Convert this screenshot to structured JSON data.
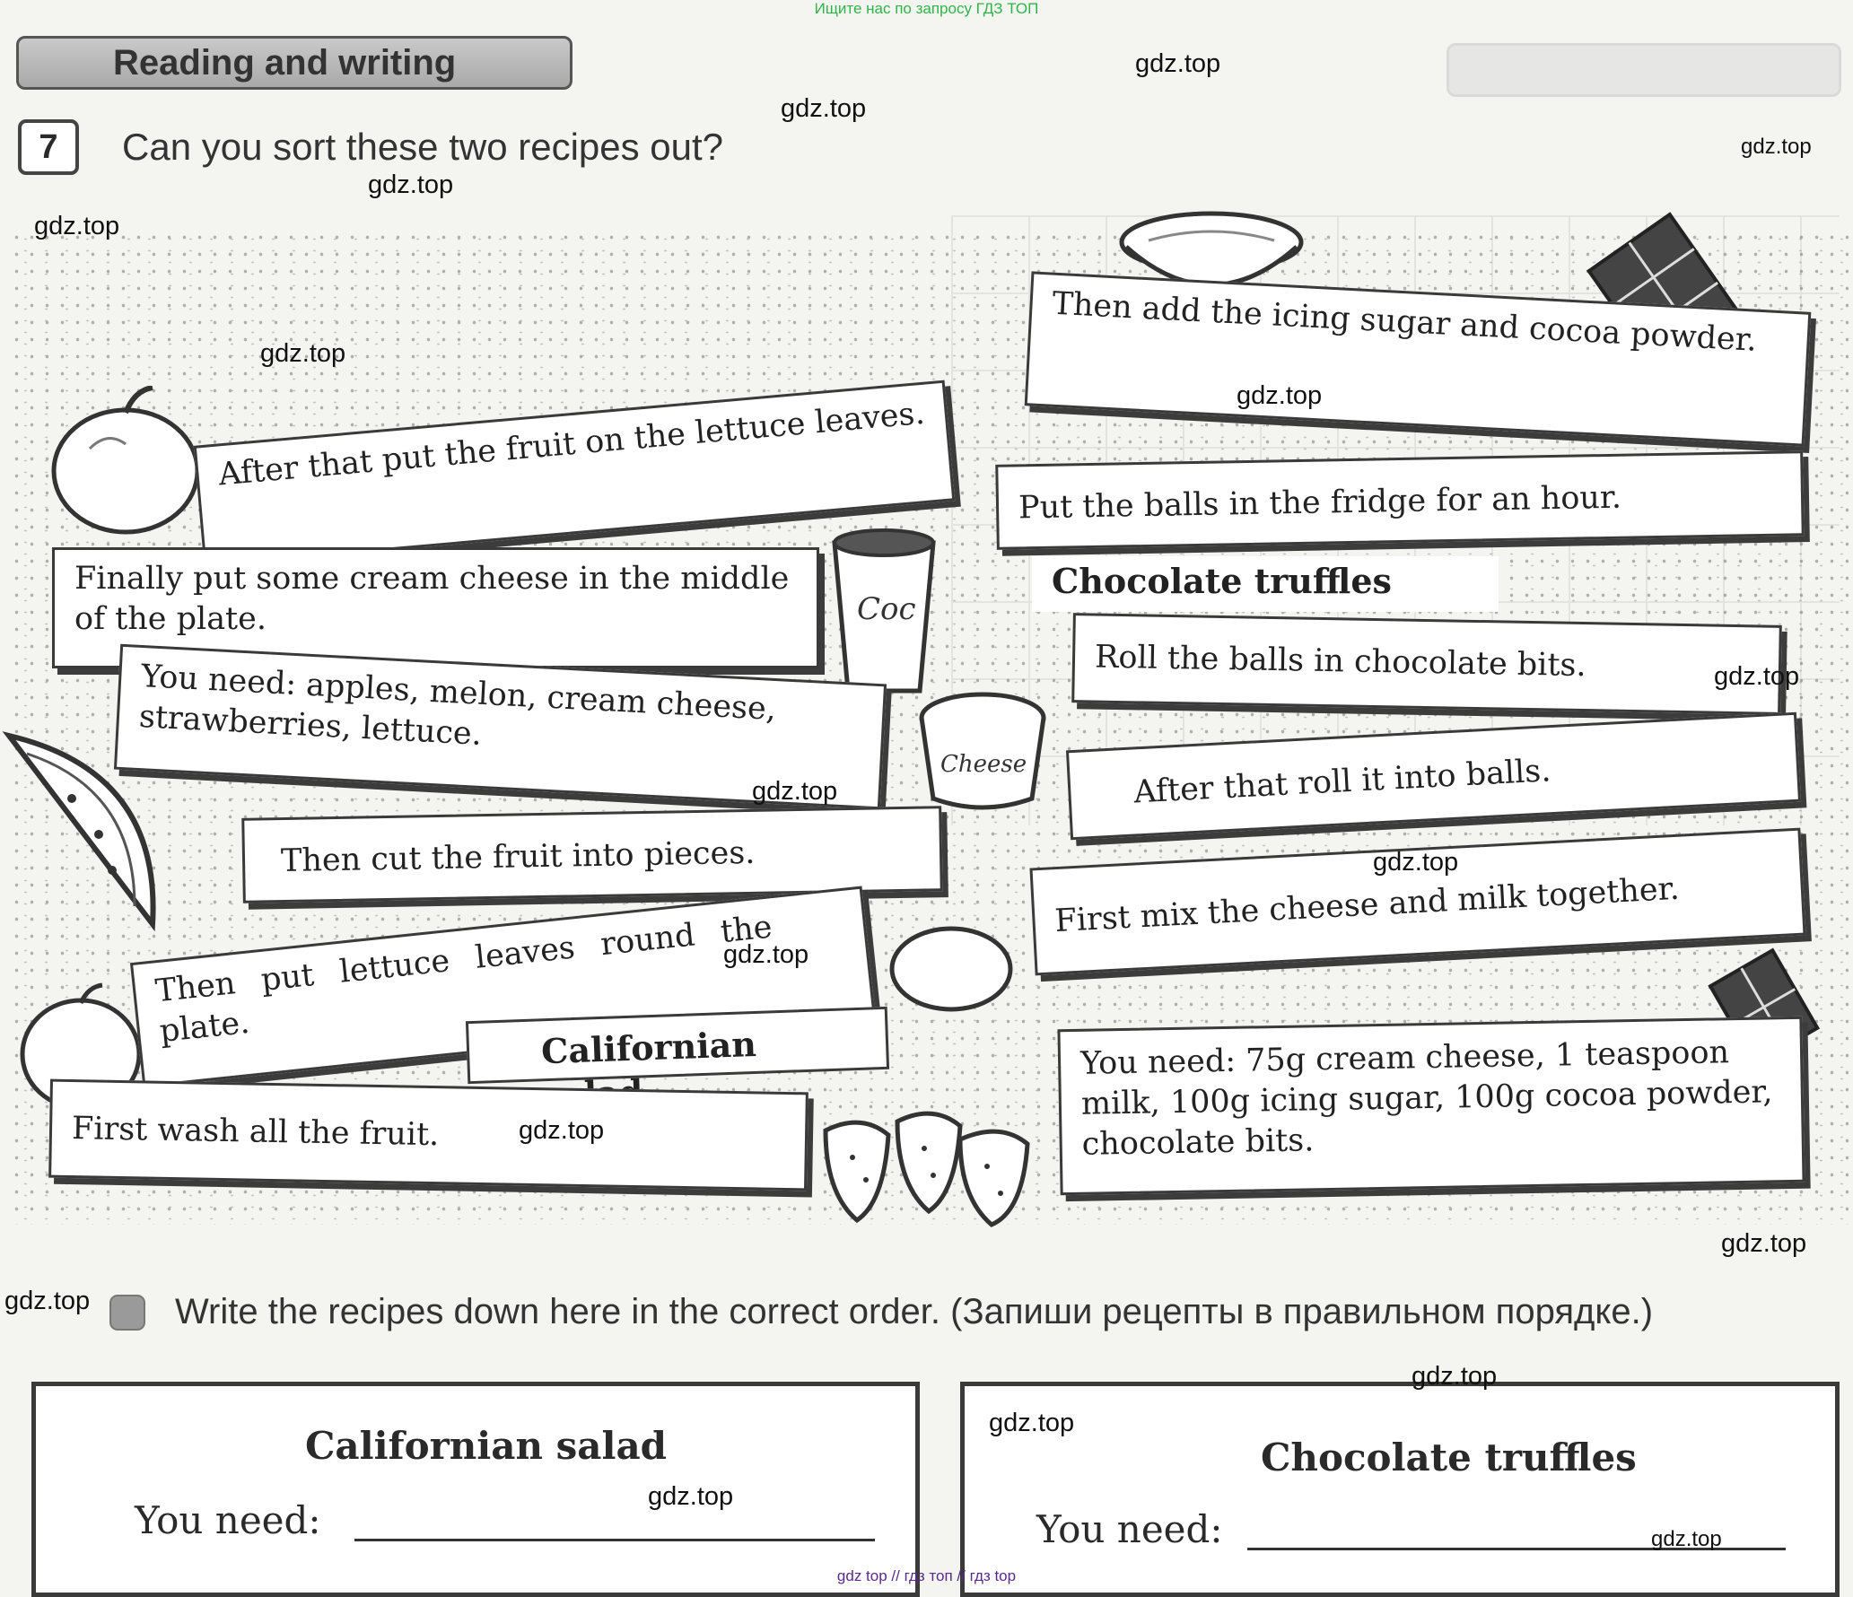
{
  "top_banner": "Ищите нас по запросу ГДЗ ТОП",
  "section_title": "Reading and writing",
  "exercise": {
    "number": "7",
    "question": "Can you sort these two recipes out?"
  },
  "watermarks": [
    "gdz.top",
    "gdz.top",
    "gdz.top",
    "gdz.top",
    "gdz.top",
    "gdz.top",
    "gdz.top",
    "gdz.top",
    "gdz.top",
    "gdz.top",
    "gdz.top",
    "gdz.top",
    "gdz.top",
    "gdz.top",
    "gdz.top",
    "gdz.top",
    "gdz.top",
    "gdz.top",
    "gdz.top"
  ],
  "strips": {
    "icing": "Then add the icing sugar and cocoa powder.",
    "fruit_lettuce": "After that put the fruit on the lettuce leaves.",
    "fridge": "Put the balls in the fridge for an hour.",
    "cream_cheese_middle": "Finally put some cream cheese in the middle of the plate.",
    "truffles_title": "Chocolate truffles",
    "roll_chocolate": "Roll the balls in chocolate bits.",
    "salad_need": "You need: apples, melon, cream cheese, strawberries, lettuce.",
    "roll_balls": "After that roll it into balls.",
    "cut_fruit": "Then cut the fruit into pieces.",
    "mix_cheese": "First mix the cheese and milk together.",
    "lettuce_plate": "Then put lettuce leaves round the plate.",
    "salad_title": "Californian salad",
    "truffles_need": "You need: 75g cream cheese, 1 teaspoon milk, 100g icing sugar, 100g cocoa powder, chocolate bits.",
    "wash_fruit": "First wash all the fruit."
  },
  "illustration_labels": {
    "cup_label": "Coc",
    "tub_label": "Cheese"
  },
  "instruction": "Write the recipes down here in the correct order. (Запиши рецепты в правильном порядке.)",
  "answer_boxes": {
    "salad": {
      "title": "Californian salad",
      "need_label": "You need:"
    },
    "truffles": {
      "title": "Chocolate truffles",
      "need_label": "You need:"
    }
  },
  "footer": "gdz top  //  гдз топ  //  гдз top",
  "icons": [
    "apple-icon",
    "melon-icon",
    "chocolate-bar-icon",
    "cocoa-cup-icon",
    "cheese-tub-icon",
    "strawberry-icon",
    "bowl-icon"
  ]
}
